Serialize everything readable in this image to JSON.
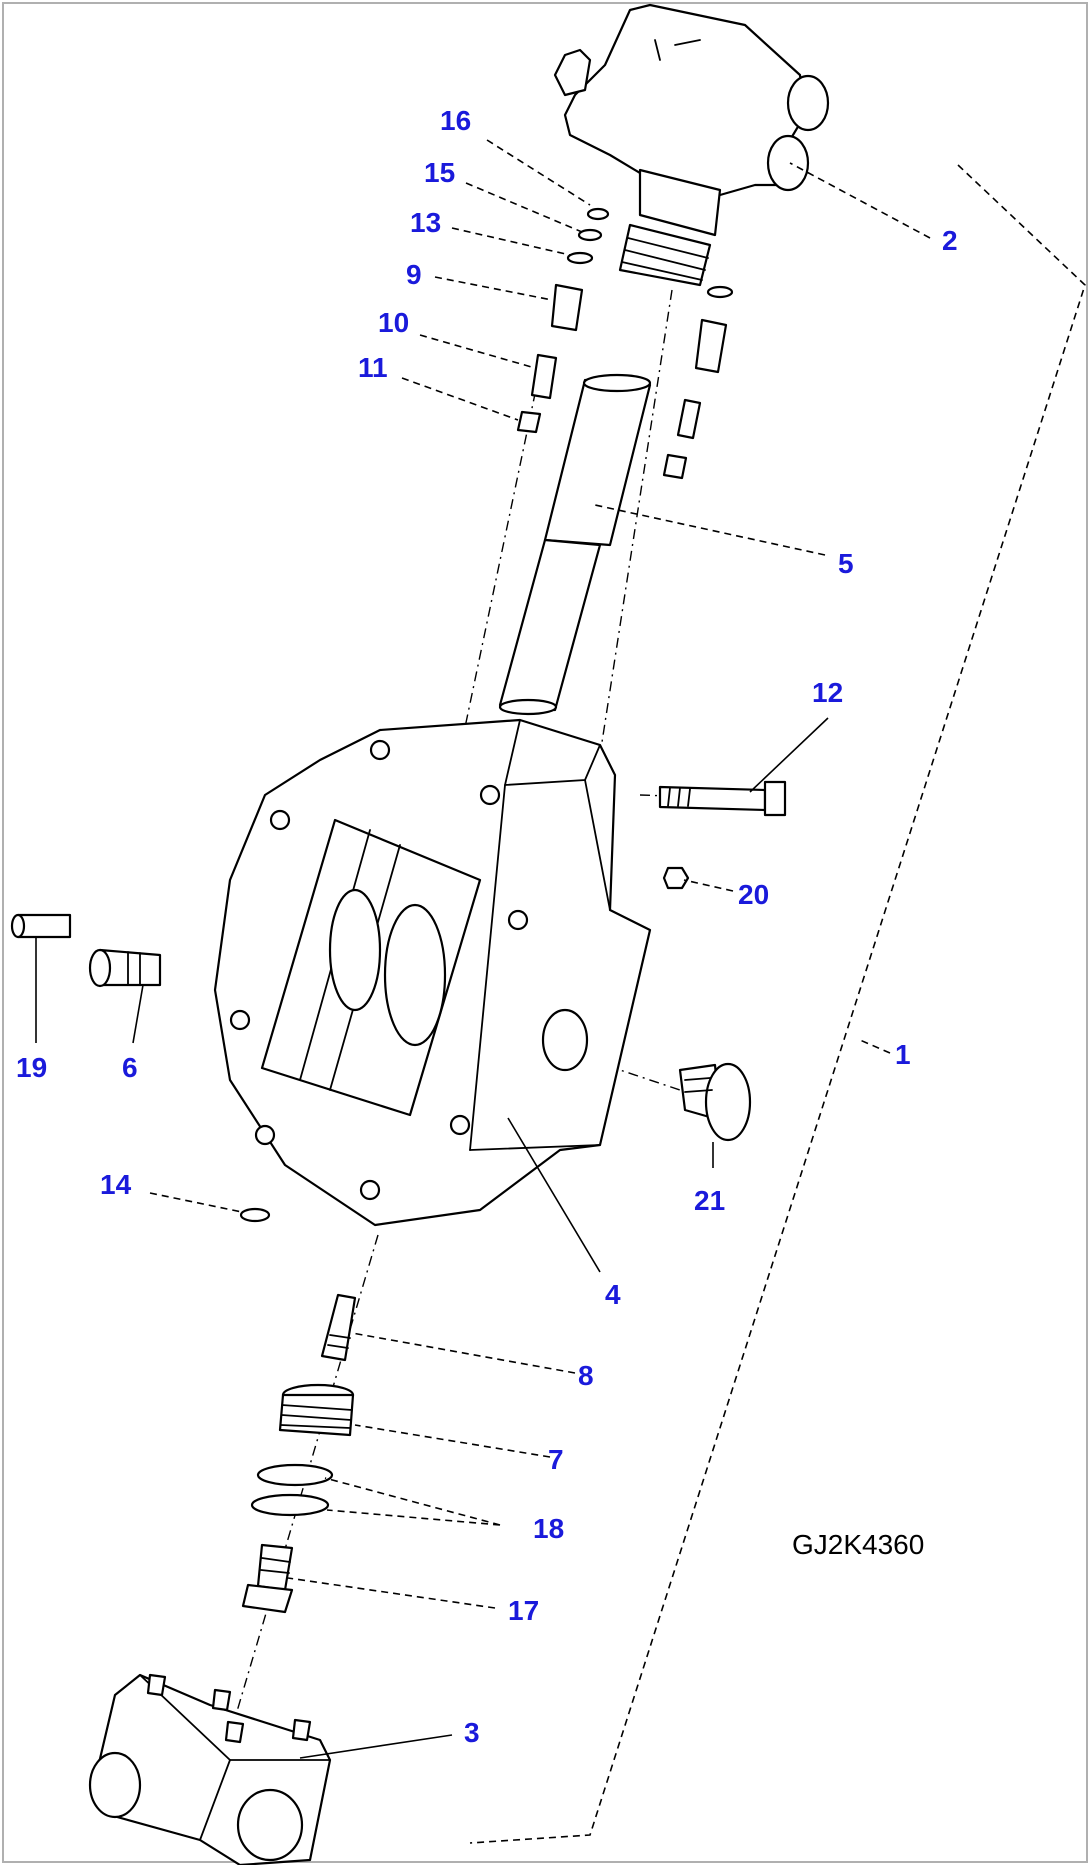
{
  "diagram": {
    "drawing_code": "GJ2K4360",
    "callout_color": "#1a1adb",
    "line_color": "#000000",
    "frame_color": "#b0b0b0",
    "callouts": [
      "1",
      "2",
      "3",
      "4",
      "5",
      "6",
      "7",
      "8",
      "9",
      "10",
      "11",
      "12",
      "13",
      "14",
      "15",
      "16",
      "17",
      "18",
      "19",
      "20",
      "21"
    ]
  }
}
